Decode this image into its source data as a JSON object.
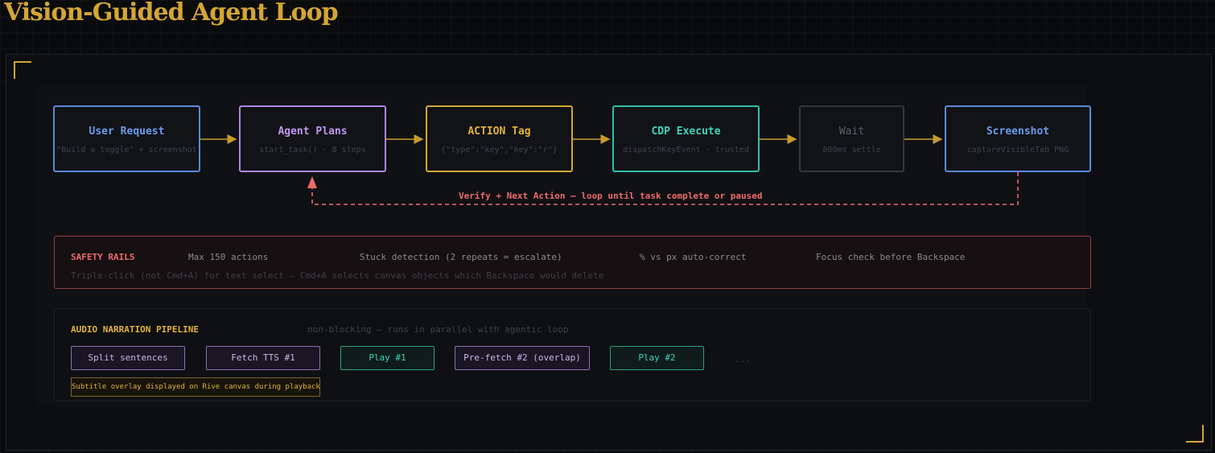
{
  "title": "Vision-Guided Agent Loop",
  "flow": {
    "nodes": [
      {
        "title": "User Request",
        "subtitle": "\"Build a toggle\" + screenshot",
        "color": "#5b8bd8"
      },
      {
        "title": "Agent Plans",
        "subtitle": "start_task() · 8 steps",
        "color": "#b187e0"
      },
      {
        "title": "ACTION Tag",
        "subtitle": "{\"type\":\"key\",\"key\":\"r\"}",
        "color": "#d4a634"
      },
      {
        "title": "CDP Execute",
        "subtitle": "dispatchKeyEvent · trusted",
        "color": "#2fbfa8"
      },
      {
        "title": "Wait",
        "subtitle": "800ms settle",
        "color": "#34373d"
      },
      {
        "title": "Screenshot",
        "subtitle": "captureVisibleTab PNG",
        "color": "#5b8bd8"
      }
    ],
    "loop_label": "Verify + Next Action — loop until task complete or paused"
  },
  "safety": {
    "title": "SAFETY RAILS",
    "items": [
      "Max 150 actions",
      "Stuck detection (2 repeats = escalate)",
      "% vs px auto-correct",
      "Focus check before Backspace"
    ],
    "note": "Triple-click (not Cmd+A) for text select — Cmd+A selects canvas objects which Backspace would delete"
  },
  "audio": {
    "title": "AUDIO NARRATION PIPELINE",
    "note": "non-blocking — runs in parallel with agentic loop",
    "steps": [
      "Split sentences",
      "Fetch TTS #1",
      "Play #1",
      "Pre-fetch #2 (overlap)",
      "Play #2"
    ],
    "ellipsis": "...",
    "subtitle_note": "Subtitle overlay displayed on Rive canvas during playback"
  },
  "colors": {
    "accent": "#d4a634",
    "blue": "#5b8bd8",
    "purple": "#b187e0",
    "teal": "#2fbfa8",
    "red": "#f06a6a"
  }
}
